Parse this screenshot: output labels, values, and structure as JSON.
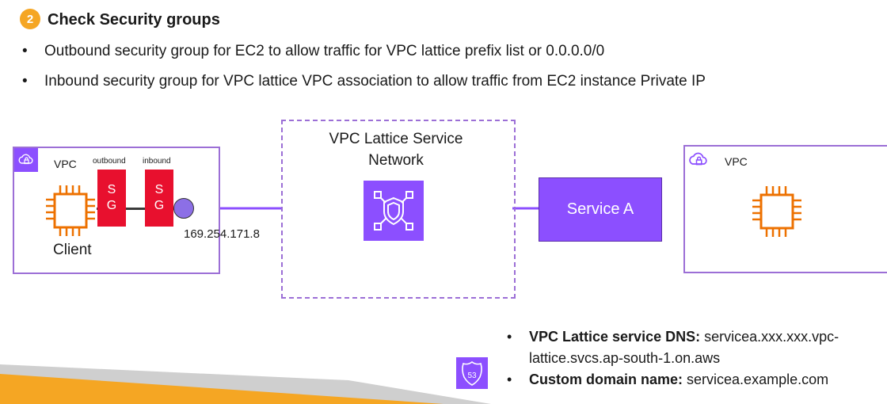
{
  "header": {
    "step_number": "2",
    "title": "Check Security groups"
  },
  "bullets": [
    "Outbound security group for EC2 to allow traffic for VPC lattice prefix list or 0.0.0.0/0",
    "Inbound security group for VPC lattice VPC association to allow traffic from EC2 instance Private IP"
  ],
  "bullet_symbol": "•",
  "left_vpc": {
    "label": "VPC",
    "outbound_label": "outbound",
    "inbound_label": "inbound",
    "sg_outbound": {
      "line1": "S",
      "line2": "G"
    },
    "sg_inbound": {
      "line1": "S",
      "line2": "G"
    },
    "client_label": "Client",
    "endpoint_ip": "169.254.171.8"
  },
  "service_network": {
    "title_line1": "VPC Lattice Service",
    "title_line2": "Network"
  },
  "service": {
    "label": "Service A"
  },
  "right_vpc": {
    "label": "VPC"
  },
  "dns_info": [
    {
      "key": "VPC Lattice service DNS:",
      "value": " servicea.xxx.xxx.vpc-",
      "value_line2": "lattice.svcs.ap-south-1.on.aws"
    },
    {
      "key": "Custom domain name:",
      "value": " servicea.example.com"
    }
  ],
  "route53_icon_text": "53",
  "colors": {
    "accent_purple": "#8c4fff",
    "border_purple": "#9c6fd6",
    "sg_red": "#e8102e",
    "ec2_orange": "#ed7100",
    "step_orange": "#f5a623",
    "band_orange": "#f5a623",
    "band_gray": "#cfcfcf"
  },
  "icons": [
    "cloud-lock-icon",
    "ec2-chip-icon",
    "shield-network-icon",
    "route53-shield-icon"
  ]
}
